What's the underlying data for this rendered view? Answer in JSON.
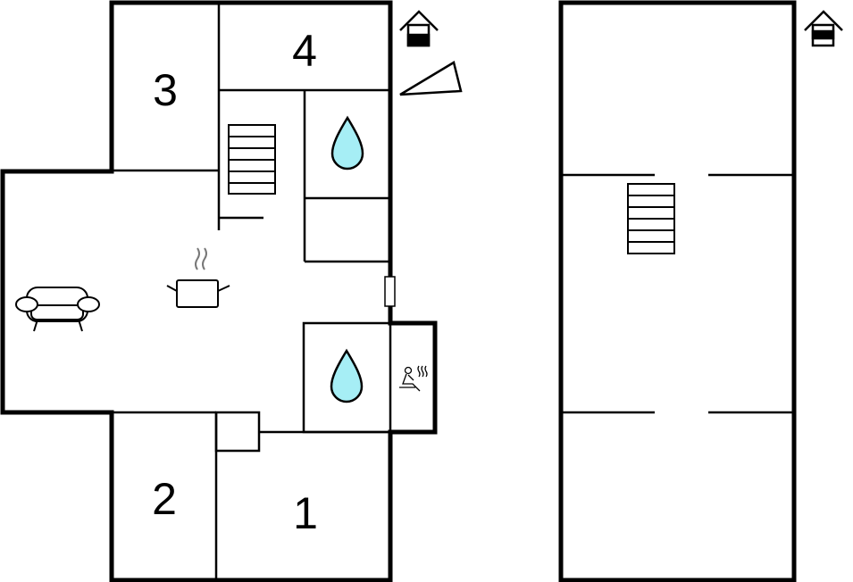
{
  "floorplan": {
    "rooms": [
      {
        "label": "1"
      },
      {
        "label": "2"
      },
      {
        "label": "3"
      },
      {
        "label": "4"
      }
    ],
    "icons": [
      "house-floor-icon",
      "compass-triangle-icon",
      "stairs-icon",
      "bathroom-drop-icon",
      "sauna-icon",
      "kitchen-pot-icon",
      "sofa-icon",
      "window-icon"
    ],
    "colors": {
      "water": "#a6eef5",
      "wall": "#000000"
    }
  }
}
